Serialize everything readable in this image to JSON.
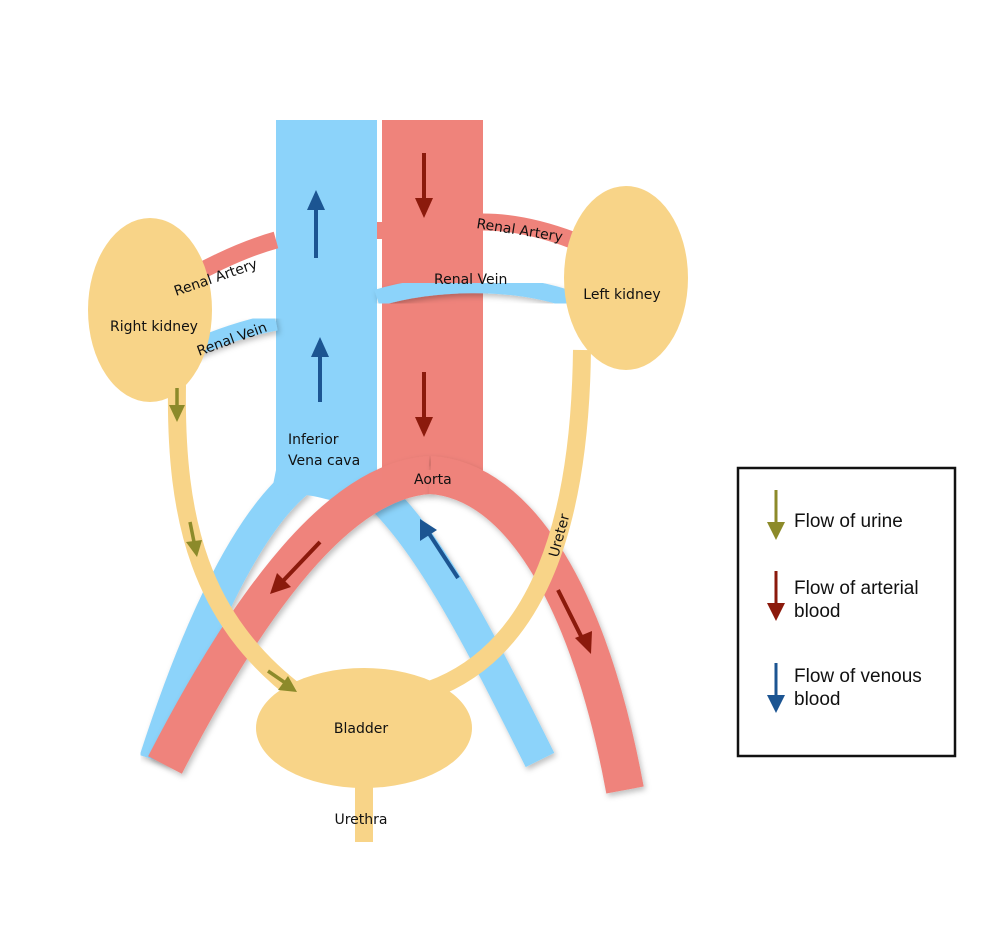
{
  "diagram": {
    "colors": {
      "vein": "#8cd3fa",
      "artery": "#ef837b",
      "urinary": "#f8d488",
      "urine_arrow": "#8c8a2a",
      "arterial_arrow": "#8b1a0c",
      "venous_arrow": "#1c5592"
    },
    "labels": {
      "right_kidney": "Right kidney",
      "left_kidney": "Left kidney",
      "renal_artery_right": "Renal Artery",
      "renal_artery_left": "Renal Artery",
      "renal_vein_right": "Renal Vein",
      "renal_vein_left": "Renal Vein",
      "ivc_line1": "Inferior",
      "ivc_line2": "Vena cava",
      "aorta": "Aorta",
      "ureter": "Ureter",
      "bladder": "Bladder",
      "urethra": "Urethra"
    }
  },
  "legend": {
    "items": [
      {
        "line1": "Flow of urine",
        "line2": "",
        "color_key": "urine_arrow"
      },
      {
        "line1": "Flow of arterial",
        "line2": "blood",
        "color_key": "arterial_arrow"
      },
      {
        "line1": "Flow of venous",
        "line2": "blood",
        "color_key": "venous_arrow"
      }
    ]
  }
}
